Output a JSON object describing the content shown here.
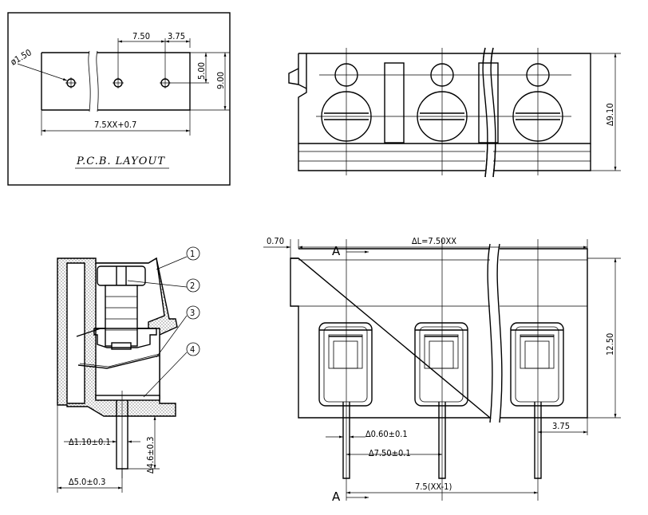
{
  "pcb_layout": {
    "title": "P.C.B. LAYOUT",
    "hole_diameter": "ø1.50",
    "pitch": "7.50",
    "half_pitch": "3.75",
    "row_offset": "5.00",
    "width": "9.00",
    "length": "7.5XX+0.7"
  },
  "top_view": {
    "height": "∆9.10"
  },
  "side_view": {
    "callouts": [
      "1",
      "2",
      "3",
      "4"
    ],
    "pin_width": "∆1.10±0.1",
    "pin_length": "∆4.6±0.3",
    "pin_offset": "∆5.0±0.3"
  },
  "front_view": {
    "offset": "0.70",
    "total_length": "∆L=7.50XX",
    "section_label_top": "A",
    "section_label_bottom": "A",
    "height": "12.50",
    "pin_thickness": "∆0.60±0.1",
    "pin_pitch": "∆7.50±0.1",
    "edge_offset": "3.75",
    "pins_span": "7.5(XX-1)"
  }
}
